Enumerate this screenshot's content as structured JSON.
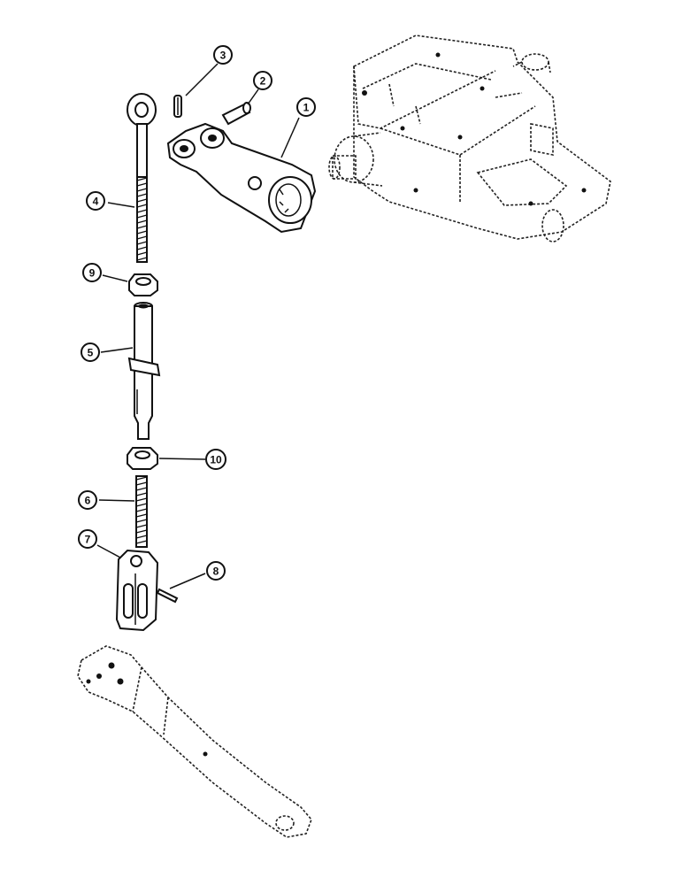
{
  "callouts": [
    {
      "label": "1",
      "part": "lift-arm"
    },
    {
      "label": "2",
      "part": "pin"
    },
    {
      "label": "3",
      "part": "roll-pin"
    },
    {
      "label": "4",
      "part": "upper-threaded-rod"
    },
    {
      "label": "5",
      "part": "adjusting-sleeve"
    },
    {
      "label": "6",
      "part": "lower-threaded-rod"
    },
    {
      "label": "7",
      "part": "clevis"
    },
    {
      "label": "8",
      "part": "clevis-pin"
    },
    {
      "label": "9",
      "part": "upper-nut"
    },
    {
      "label": "10",
      "part": "lower-nut"
    }
  ]
}
